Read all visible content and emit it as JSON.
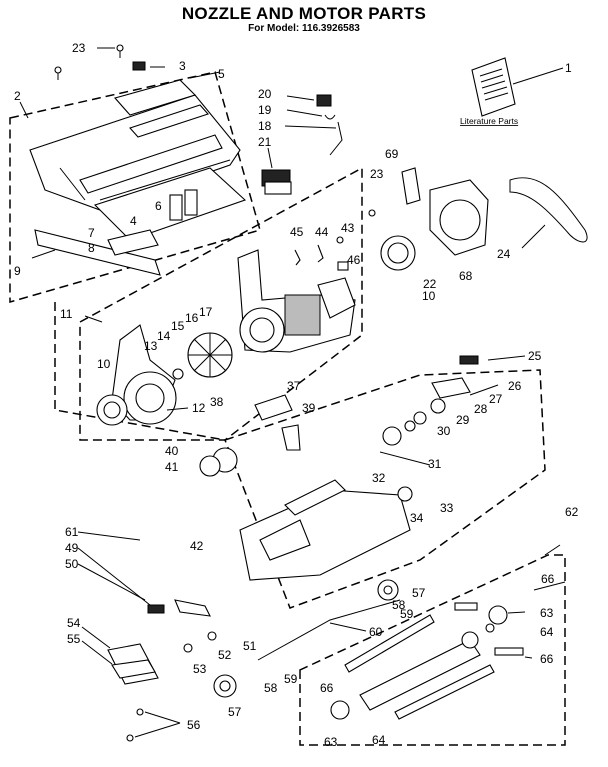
{
  "header": {
    "title": "NOZZLE AND MOTOR PARTS",
    "subtitle": "For Model: 116.3926583"
  },
  "literature": {
    "caption": "Literature Parts"
  },
  "callouts": {
    "c1": "1",
    "c2": "2",
    "c3": "3",
    "c4": "4",
    "c5": "5",
    "c6": "6",
    "c7": "7",
    "c8": "8",
    "c9": "9",
    "c10a": "10",
    "c10b": "10",
    "c11": "11",
    "c12": "12",
    "c13": "13",
    "c14": "14",
    "c15": "15",
    "c16": "16",
    "c17": "17",
    "c18": "18",
    "c19": "19",
    "c20": "20",
    "c21": "21",
    "c22": "22",
    "c23a": "23",
    "c23b": "23",
    "c24": "24",
    "c25": "25",
    "c26": "26",
    "c27": "27",
    "c28": "28",
    "c29": "29",
    "c30": "30",
    "c31": "31",
    "c32": "32",
    "c33": "33",
    "c34": "34",
    "c37": "37",
    "c38": "38",
    "c39": "39",
    "c40": "40",
    "c41": "41",
    "c42": "42",
    "c43": "43",
    "c44": "44",
    "c45": "45",
    "c46": "46",
    "c49": "49",
    "c50": "50",
    "c51": "51",
    "c52": "52",
    "c53": "53",
    "c54": "54",
    "c55": "55",
    "c56": "56",
    "c57a": "57",
    "c57b": "57",
    "c58a": "58",
    "c58b": "58",
    "c59a": "59",
    "c59b": "59",
    "c60": "60",
    "c61": "61",
    "c62": "62",
    "c63a": "63",
    "c63b": "63",
    "c64a": "64",
    "c64b": "64",
    "c66a": "66",
    "c66b": "66",
    "c66c": "66",
    "c68": "68",
    "c69": "69"
  }
}
